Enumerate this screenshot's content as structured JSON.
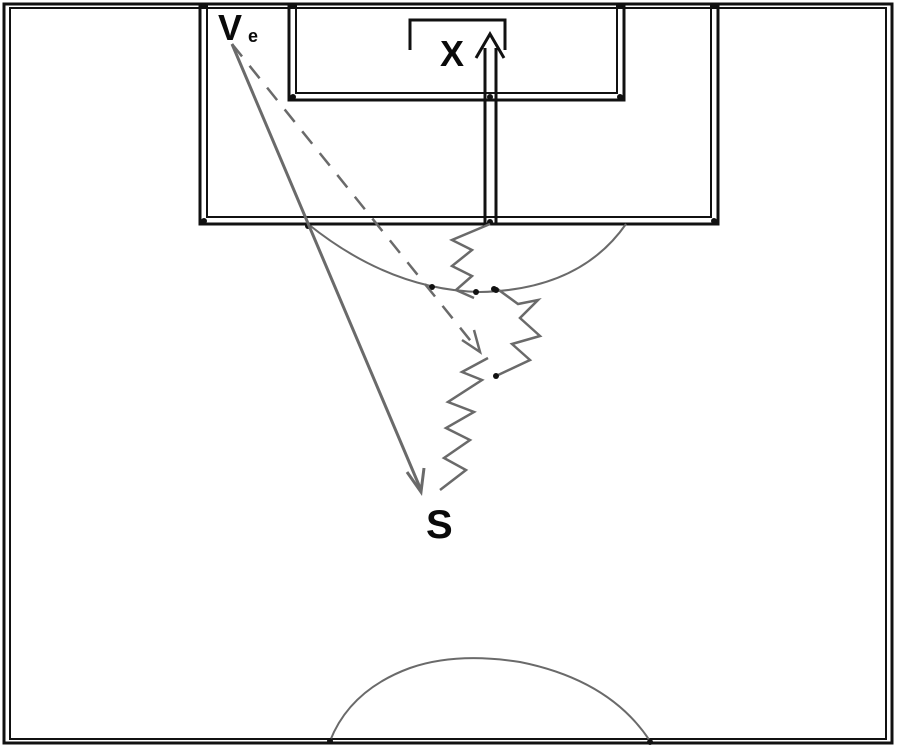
{
  "labels": {
    "goal_marker": "X",
    "passer": "V",
    "passer_sub": "e",
    "shooter": "S"
  },
  "colors": {
    "lines": "#111111",
    "paths": "#6a6a6a",
    "background": "#ffffff"
  }
}
